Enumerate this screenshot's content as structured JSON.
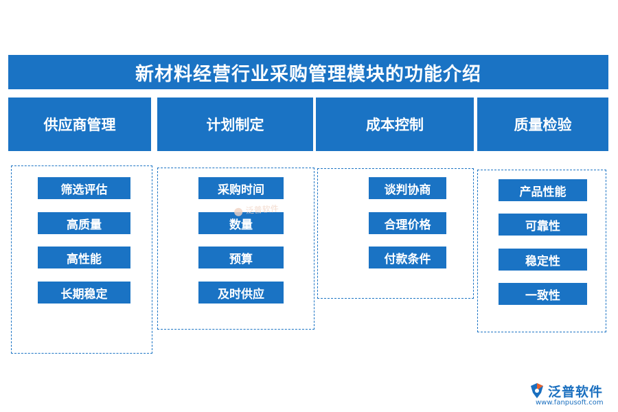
{
  "title": "新材料经营行业采购管理模块的功能介绍",
  "modules": [
    {
      "header": "供应商管理",
      "items": [
        "筛选评估",
        "高质量",
        "高性能",
        "长期稳定"
      ]
    },
    {
      "header": "计划制定",
      "items": [
        "采购时间",
        "数量",
        "预算",
        "及时供应"
      ]
    },
    {
      "header": "成本控制",
      "items": [
        "谈判协商",
        "合理价格",
        "付款条件"
      ]
    },
    {
      "header": "质量检验",
      "items": [
        "产品性能",
        "可靠性",
        "稳定性",
        "一致性"
      ]
    }
  ],
  "watermark": "泛普软件",
  "logo": {
    "name": "泛普软件",
    "url": "www.fanpusoft.com"
  },
  "colors": {
    "primary": "#1a73c4",
    "background": "#ffffff"
  }
}
